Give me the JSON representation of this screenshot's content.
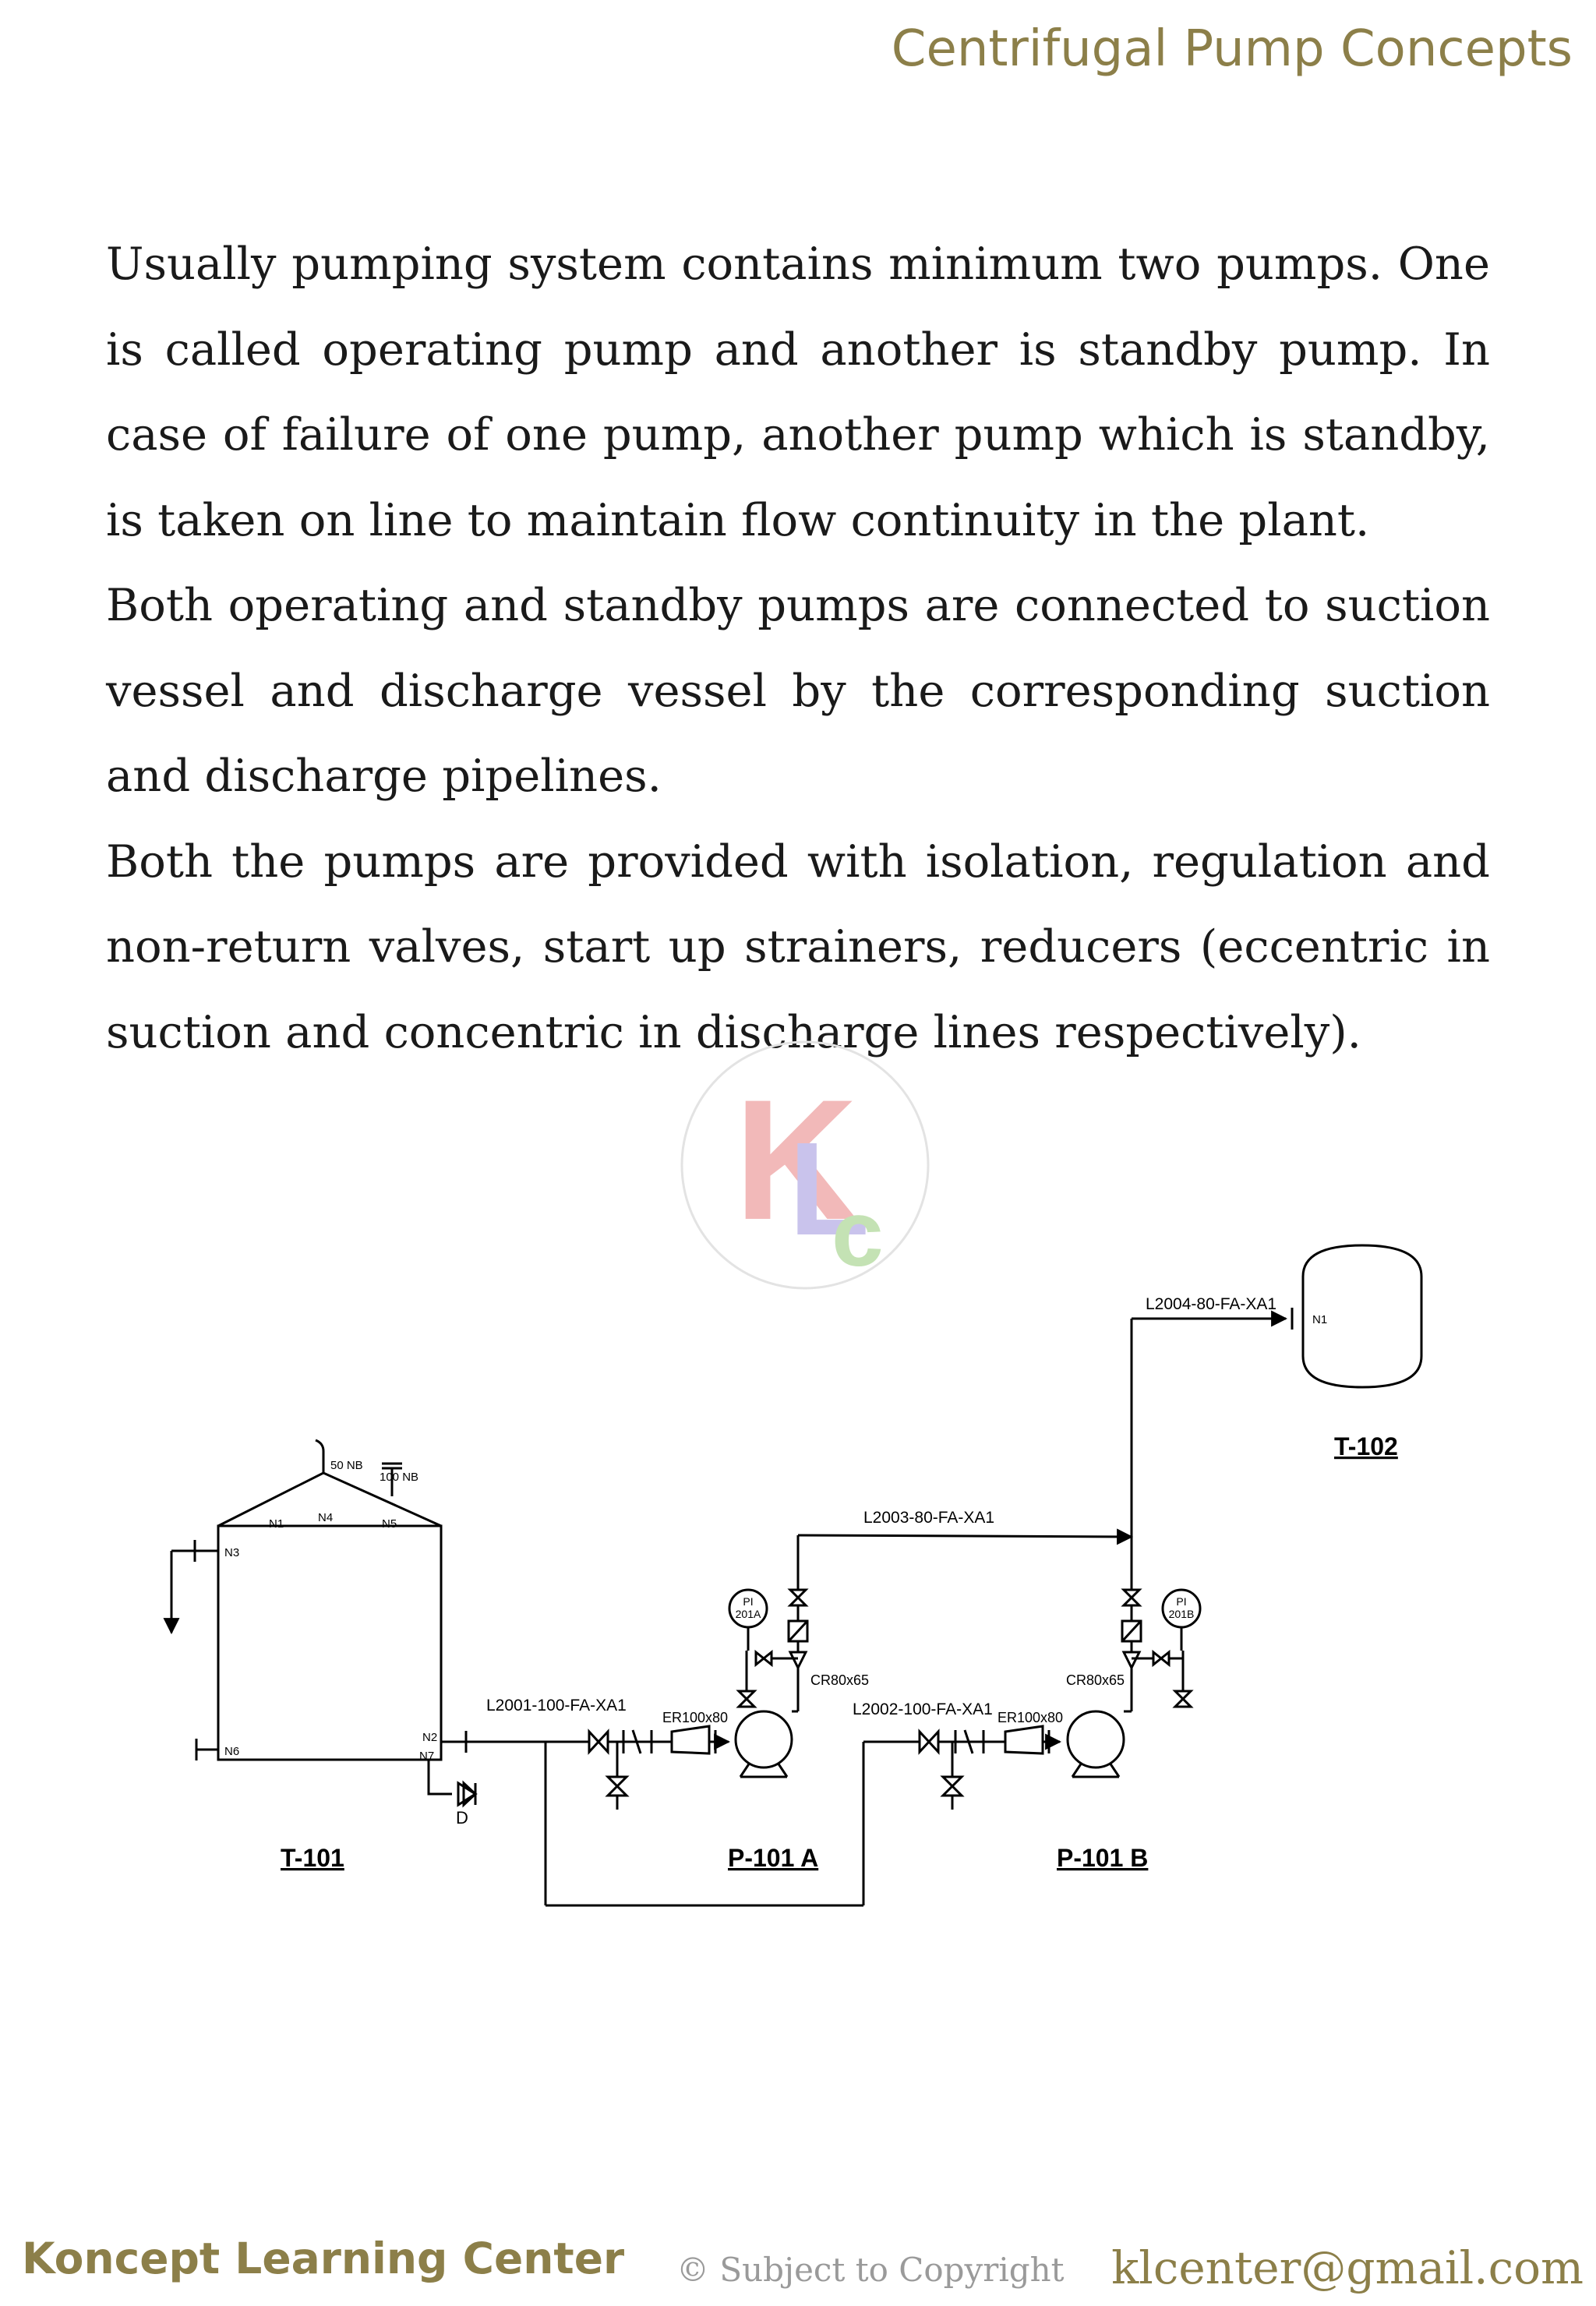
{
  "header": {
    "title": "Centrifugal Pump Concepts"
  },
  "body": {
    "paragraphs": [
      "Usually pumping system contains minimum two pumps. One is called operating pump and another is standby pump. In case of failure of one pump, another pump which is standby, is taken on line to maintain flow continuity in the plant.",
      "Both operating and standby pumps are connected to suction vessel and discharge vessel by the corresponding suction and discharge pipelines.",
      "Both the pumps are provided with isolation, regulation and non-return valves, start up strainers, reducers (eccentric in suction and concentric in discharge lines respectively)."
    ]
  },
  "diagram": {
    "tank_t101": "T-101",
    "tank_t102": "T-102",
    "pump_a": "P-101 A",
    "pump_b": "P-101 B",
    "line_l2001": "L2001-100-FA-XA1",
    "line_l2002": "L2002-100-FA-XA1",
    "line_l2003": "L2003-80-FA-XA1",
    "line_l2004": "L2004-80-FA-XA1",
    "reducer_er_a": "ER100x80",
    "reducer_er_b": "ER100x80",
    "reducer_cr_a": "CR80x65",
    "reducer_cr_b": "CR80x65",
    "pi_a_line1": "PI",
    "pi_a_line2": "201A",
    "pi_b_line1": "PI",
    "pi_b_line2": "201B",
    "nozzle_50nb": "50 NB",
    "nozzle_100nb": "100 NB",
    "drain": "D",
    "nozzles": {
      "n1": "N1",
      "n2": "N2",
      "n3": "N3",
      "n4": "N4",
      "n5": "N5",
      "n6": "N6",
      "n7": "N7",
      "t102_n1": "N1"
    }
  },
  "watermark": {
    "text": "KLC"
  },
  "footer": {
    "brand": "Koncept Learning Center",
    "copyright": "© Subject to Copyright",
    "email": "klcenter@gmail.com"
  }
}
